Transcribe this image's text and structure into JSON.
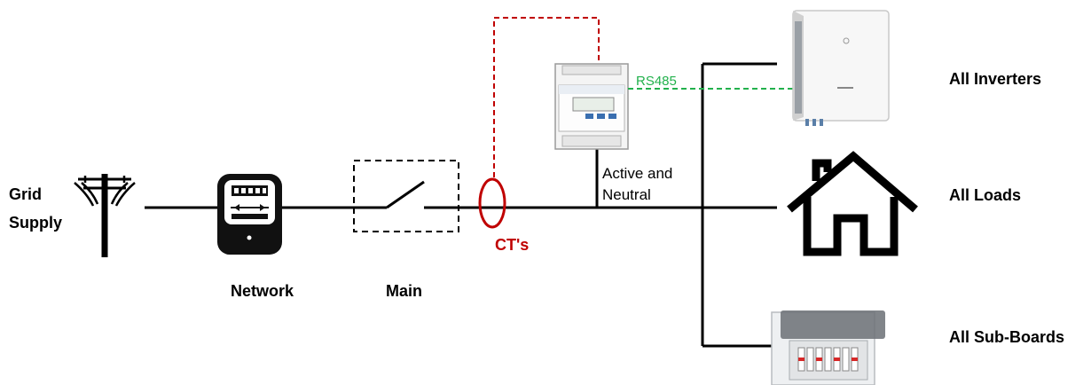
{
  "labels": {
    "grid_line1": "Grid",
    "grid_line2": "Supply",
    "network": "Network",
    "main": "Main",
    "cts": "CT's",
    "rs485": "RS485",
    "active_line1": "Active and",
    "active_line2": "Neutral",
    "inverters": "All Inverters",
    "loads": "All Loads",
    "subboards": "All Sub-Boards"
  },
  "colors": {
    "wire": "#000000",
    "ct": "#c00000",
    "ct_dashed": "#c00000",
    "rs485": "#22b14c",
    "meter_button": "#3a6fb0"
  },
  "icons": {
    "grid": "utility-pole-icon",
    "network": "electricity-meter-icon",
    "main": "isolator-switch-icon",
    "ct": "current-transformer-icon",
    "smart_meter": "din-rail-energy-meter",
    "inverter": "solar-inverter-image",
    "loads": "house-icon",
    "subboards": "distribution-board-image"
  }
}
